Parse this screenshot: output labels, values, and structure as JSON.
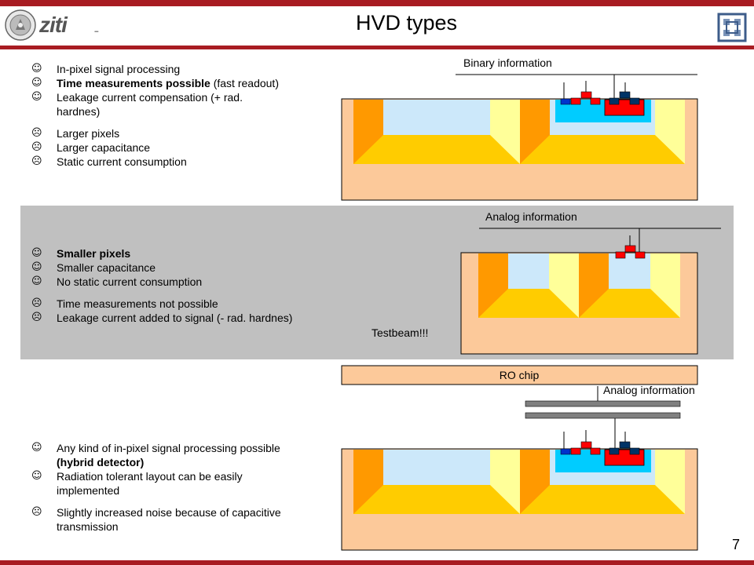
{
  "slide": {
    "title": "HVD types",
    "page_number": "7"
  },
  "logos": {
    "left_seal_icon": "university-seal-icon",
    "ziti_wordmark": "ziti",
    "right_logo_icon": "institute-logo-icon"
  },
  "colors": {
    "brand_red": "#a81c22",
    "band_gray": "#c0c0c0",
    "substrate": "#fcc99a",
    "nwell_orange": "#ff9900",
    "deep_yellow": "#ffcc00",
    "pale_yellow": "#ffff99",
    "light_blue": "#cce8fa",
    "blue": "#00ccff",
    "red": "#ff0000",
    "navy": "#003366"
  },
  "section_1": {
    "items": [
      {
        "sym": "☺",
        "text": "In-pixel signal processing"
      },
      {
        "sym": "☺",
        "bold": "Time measurements possible",
        "text": " (fast readout)"
      },
      {
        "sym": "☺",
        "text": "Leakage current compensation (+ rad. hardnes)"
      },
      {
        "sym": "☹",
        "text": "Larger pixels"
      },
      {
        "sym": "☹",
        "text": "Larger capacitance"
      },
      {
        "sym": "☹",
        "text": "Static current consumption"
      }
    ],
    "diagram_label": "Binary information"
  },
  "section_2": {
    "items": [
      {
        "sym": "☺",
        "bold": "Smaller pixels",
        "text": ""
      },
      {
        "sym": "☺",
        "text": "Smaller capacitance"
      },
      {
        "sym": "☺",
        "text": "No static current consumption"
      },
      {
        "sym": "☹",
        "text": "Time measurements not possible"
      },
      {
        "sym": "☹",
        "text": "Leakage current added to signal (- rad. hardnes)"
      }
    ],
    "diagram_label": "Analog information",
    "note": "Testbeam!!!"
  },
  "section_3": {
    "items": [
      {
        "sym": "☺",
        "text_before": "Any kind of in-pixel signal processing possible ",
        "bold": "(hybrid detector)"
      },
      {
        "sym": "☺",
        "text": "Radiation tolerant layout can be easily implemented"
      },
      {
        "sym": "☹",
        "text": "Slightly increased noise because of capacitive transmission"
      }
    ],
    "ro_chip_label": "RO chip",
    "diagram_label": "Analog information"
  }
}
